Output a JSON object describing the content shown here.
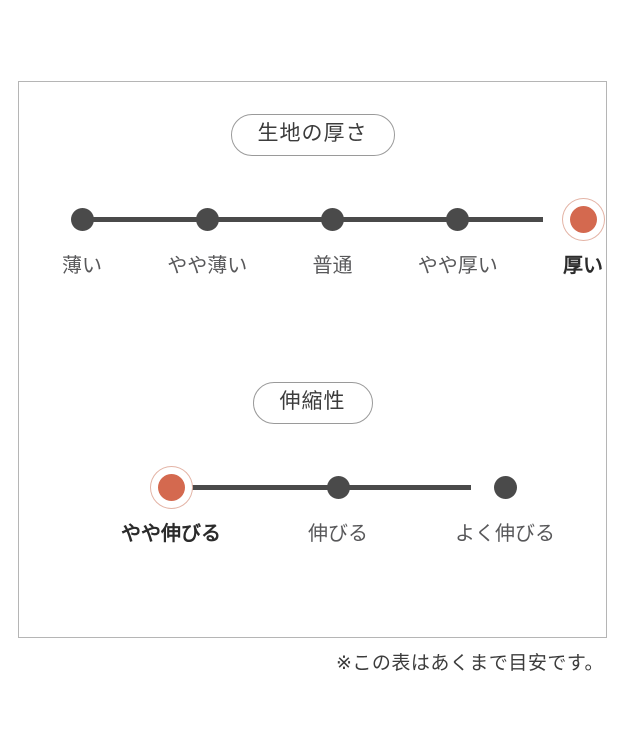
{
  "card": {
    "border_color": "#b5b5b5",
    "background": "#ffffff"
  },
  "colors": {
    "selected_dot": "#d4694f",
    "selected_ring": "#e3b3a5",
    "dot": "#4a4a4a",
    "rail": "#4a4a4a",
    "label": "#58585a",
    "label_selected": "#2b2b2b",
    "pill_border": "#9a9a9a"
  },
  "chart_data": {
    "type": "scale",
    "title": "",
    "sections": [
      {
        "header": "生地の厚さ",
        "name": "fabric-thickness",
        "categories": [
          "薄い",
          "やや薄い",
          "普通",
          "やや厚い",
          "厚い"
        ],
        "selected_index": 4,
        "selected_value": "厚い"
      },
      {
        "header": "伸縮性",
        "name": "fabric-stretch",
        "categories": [
          "やや伸びる",
          "伸びる",
          "よく伸びる"
        ],
        "selected_index": 0,
        "selected_value": "やや伸びる"
      }
    ]
  },
  "footnote": "※この表はあくまで目安です。"
}
